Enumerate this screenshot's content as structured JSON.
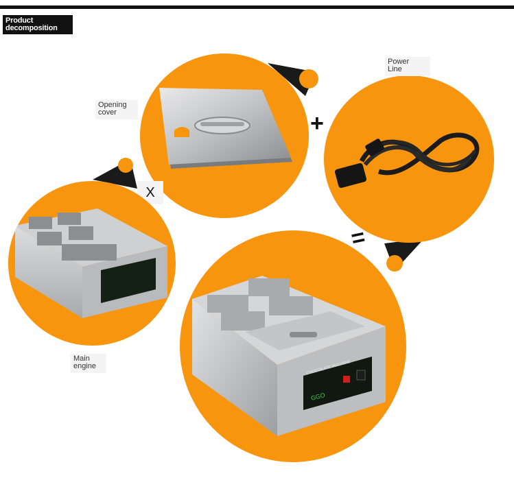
{
  "header": {
    "title_line1": "Product",
    "title_line2": "decomposition"
  },
  "labels": {
    "opening_cover_1": "Opening",
    "opening_cover_2": "cover",
    "power_line_1": "Power",
    "power_line_2": "Line",
    "main_engine_1": "Main",
    "main_engine_2": "engine"
  },
  "symbols": {
    "times": "X",
    "plus": "+",
    "equals": "="
  },
  "machine": {
    "panel_label": "CHOCOLATE MACHINE",
    "brand": "GGO"
  },
  "colors": {
    "accent_orange": "#f7950f",
    "dark": "#111111",
    "steel": "#c9cacc"
  }
}
